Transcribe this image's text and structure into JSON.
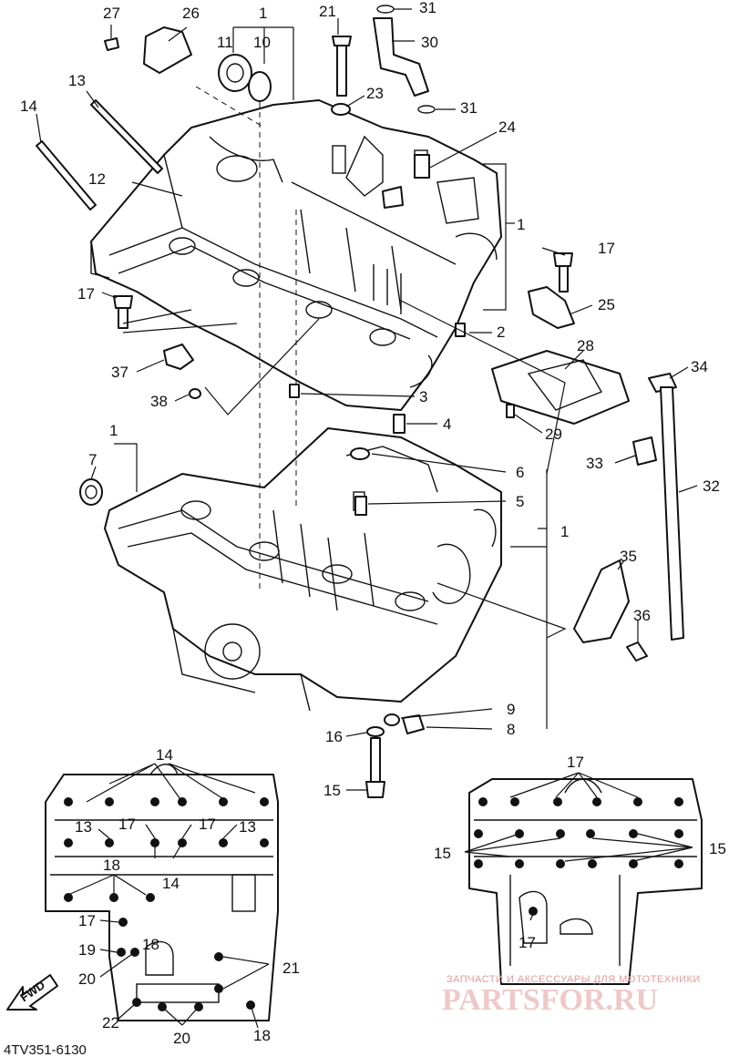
{
  "labels": {
    "p1_top": "1",
    "p2": "2",
    "p3": "3",
    "p4": "4",
    "p5": "5",
    "p6": "6",
    "p7": "7",
    "p8": "8",
    "p9": "9",
    "p10": "10",
    "p11": "11",
    "p12": "12",
    "p13": "13",
    "p14": "14",
    "p15": "15",
    "p16": "16",
    "p17a": "17",
    "p17b": "17",
    "p21": "21",
    "p23": "23",
    "p24": "24",
    "p25": "25",
    "p26": "26",
    "p27": "27",
    "p28": "28",
    "p29": "29",
    "p30": "30",
    "p31a": "31",
    "p31b": "31",
    "p32": "32",
    "p33": "33",
    "p34": "34",
    "p35": "35",
    "p36": "36",
    "p37": "37",
    "p38": "38",
    "p1_mid": "1",
    "p1_right": "1",
    "p1_side": "1"
  },
  "detail_left": {
    "l14a": "14",
    "l14b": "14",
    "l13a": "13",
    "l13b": "13",
    "l17a": "17",
    "l17b": "17",
    "l17c": "17",
    "l18a": "18",
    "l18b": "18",
    "l18c": "18",
    "l19": "19",
    "l20a": "20",
    "l20b": "20",
    "l21": "21",
    "l22": "22"
  },
  "detail_right": {
    "r17a": "17",
    "r17b": "17",
    "r15a": "15",
    "r15b": "15"
  },
  "fwd_label": "FWD",
  "part_code": "4TV351-6130",
  "watermark": {
    "line1": "ЗАПЧАСТИ И АКСЕССУАРЫ ДЛЯ МОТОТЕХНИКИ",
    "line2": "PARTSFOR.RU"
  }
}
